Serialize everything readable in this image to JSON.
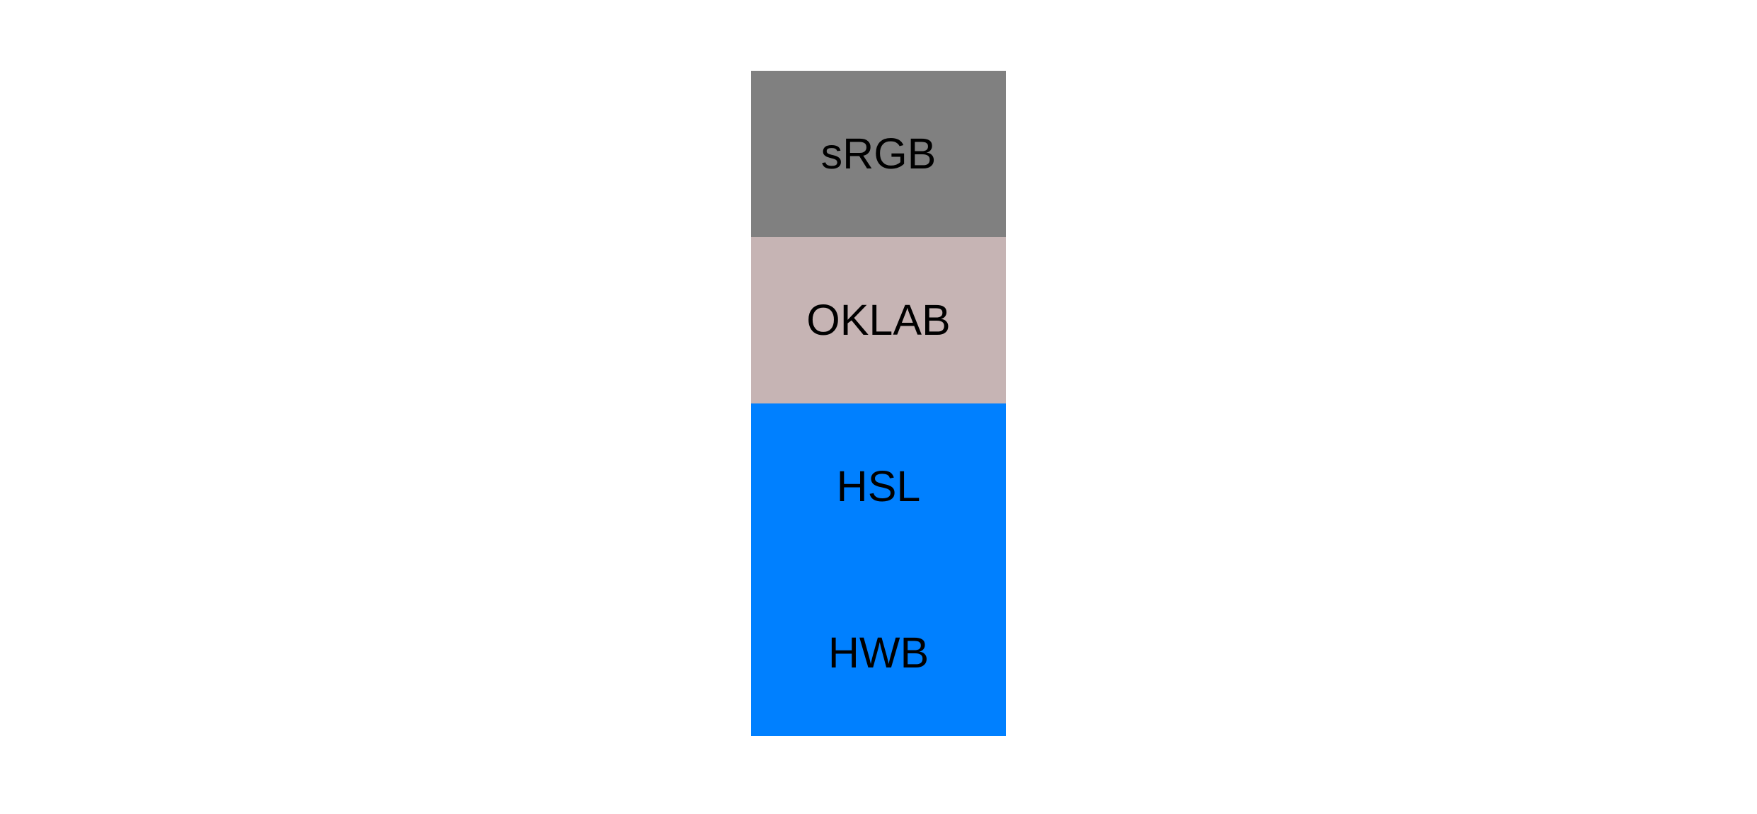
{
  "page": {
    "background": "#ffffff",
    "text_color": "#000000"
  },
  "swatch_stack": {
    "items": [
      {
        "id": "srgb",
        "label": "sRGB",
        "color": "#808080"
      },
      {
        "id": "oklab",
        "label": "OKLAB",
        "color": "#c6b4b4"
      },
      {
        "id": "hsl",
        "label": "HSL",
        "color": "#0080ff"
      },
      {
        "id": "hwb",
        "label": "HWB",
        "color": "#0080ff"
      }
    ]
  }
}
